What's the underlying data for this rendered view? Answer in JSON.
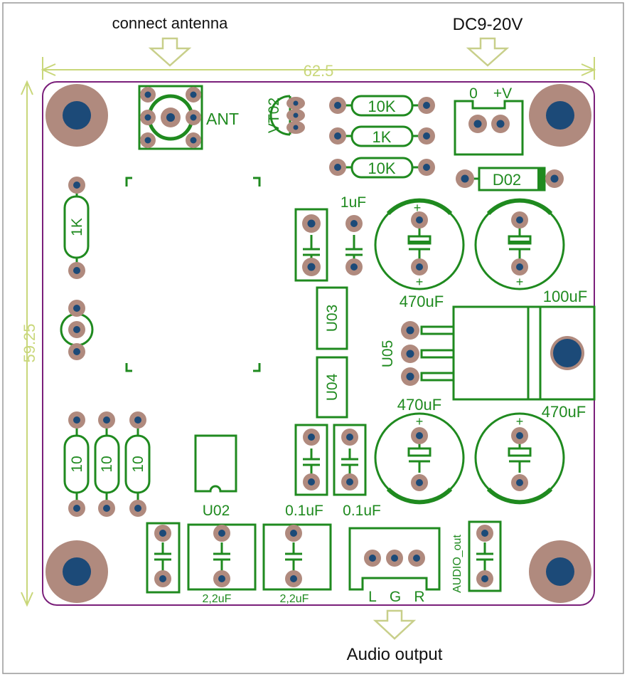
{
  "annotations": {
    "antenna": "connect antenna",
    "power": "DC9-20V",
    "audio": "Audio output"
  },
  "dimensions": {
    "width": "62.5",
    "height": "59.25"
  },
  "labels": {
    "ant": "ANT",
    "vt02": "VT02",
    "r_10k_a": "10K",
    "r_1k_top": "1K",
    "r_10k_b": "10K",
    "pwr_zero": "0",
    "pwr_plus": "+V",
    "d02": "D02",
    "r_1k_left": "1K",
    "c_1uf": "1uF",
    "c_470uf_a": "470uF",
    "c_100uf": "100uF",
    "u03": "U03",
    "u04": "U04",
    "u05": "U05",
    "c_470uf_b": "470uF",
    "c_470uf_c": "470uF",
    "r_10_a": "10",
    "r_10_b": "10",
    "r_10_c": "10",
    "u02": "U02",
    "c_01uf_a": "0.1uF",
    "c_01uf_b": "0.1uF",
    "c_22uf_a": "2,2uF",
    "c_22uf_b": "2,2uF",
    "audio_out": "AUDIO_out",
    "out_l": "L",
    "out_g": "G",
    "out_r": "R",
    "plus": "+"
  },
  "colors": {
    "silkscreen": "#1f8a1f",
    "pad": "#b08a7e",
    "drill": "#1c4a78",
    "board_outline": "#7a1f7a",
    "dimension": "#c9d77a",
    "arrow": "#c8cf8a"
  }
}
